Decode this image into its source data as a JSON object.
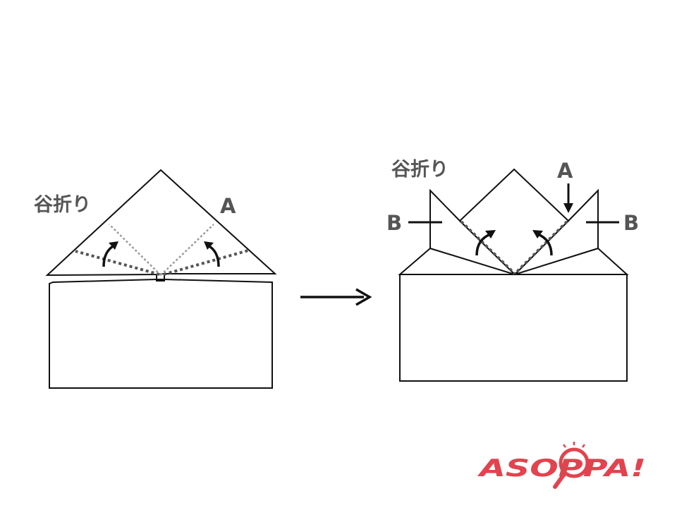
{
  "step_left": {
    "fold_label": "谷折り",
    "point_a": "A"
  },
  "step_right": {
    "fold_label": "谷折り",
    "point_a": "A",
    "point_b_left": "B",
    "point_b_right": "B"
  },
  "logo": {
    "text": "ASOPPA!",
    "colors": {
      "primary": "#e2434e",
      "accent": "#e2434e"
    }
  },
  "colors": {
    "outline": "#111111",
    "dotted_fold": "#555555",
    "light_dotted": "#9a9a9a",
    "label": "#555555"
  }
}
